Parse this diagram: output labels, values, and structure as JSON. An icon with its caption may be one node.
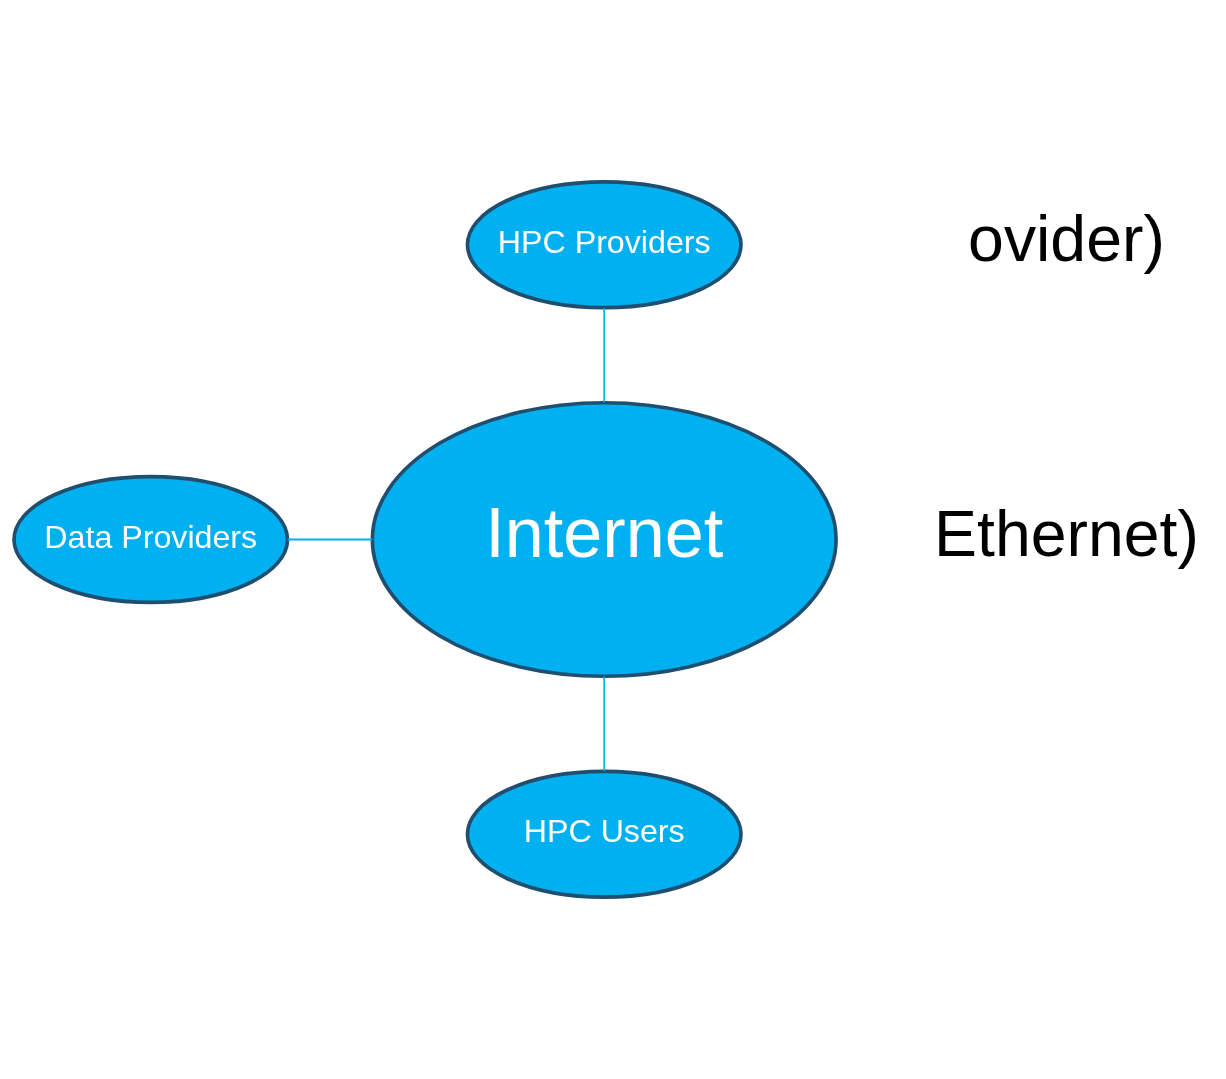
{
  "diagram": {
    "nodes": [
      {
        "text": [
          "HPC Providers"
        ]
      },
      {
        "text": [
          "Data Providers"
        ]
      },
      {
        "text": [
          "Internet"
        ]
      },
      {
        "text": [
          "HPC Users"
        ]
      }
    ],
    "edges": [
      {
        "from": 0,
        "to": 2,
        "arrow": "none"
      },
      {
        "from": 1,
        "to": 2,
        "arrow": "none"
      },
      {
        "from": 2,
        "to": 3,
        "arrow": "none"
      }
    ],
    "labels": [
      "ovider)",
      "Ethernet)"
    ]
  }
}
